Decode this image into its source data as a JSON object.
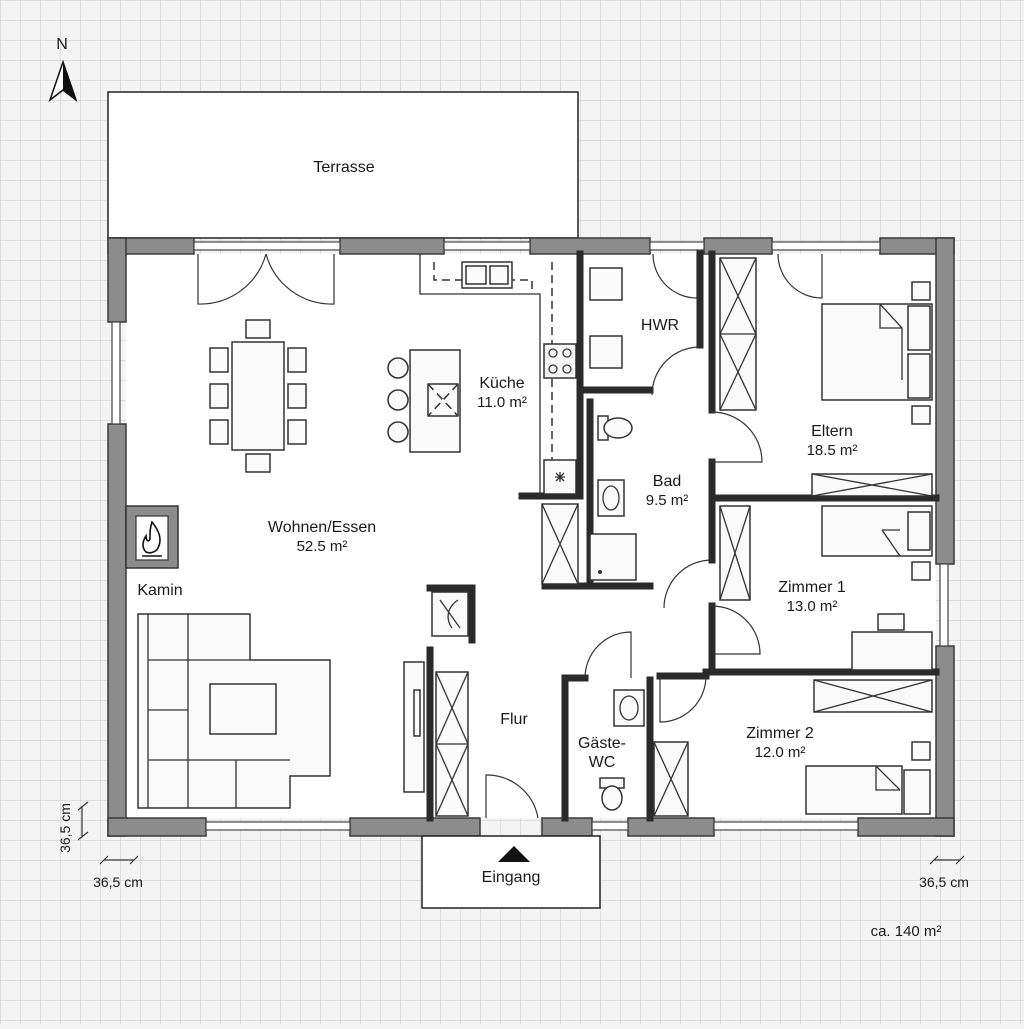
{
  "compass": {
    "north": "N"
  },
  "rooms": {
    "terrace": {
      "name": "Terrasse"
    },
    "living": {
      "name": "Wohnen/Essen",
      "area": "52.5 m²"
    },
    "kitchen": {
      "name": "Küche",
      "area": "11.0 m²"
    },
    "utility": {
      "name": "HWR"
    },
    "bath": {
      "name": "Bad",
      "area": "9.5 m²"
    },
    "master": {
      "name": "Eltern",
      "area": "18.5 m²"
    },
    "room1": {
      "name": "Zimmer 1",
      "area": "13.0 m²"
    },
    "room2": {
      "name": "Zimmer 2",
      "area": "12.0 m²"
    },
    "hall": {
      "name": "Flur"
    },
    "guest_wc": {
      "name_line1": "Gäste-",
      "name_line2": "WC"
    },
    "fireplace": {
      "name": "Kamin"
    },
    "entrance": {
      "name": "Eingang"
    }
  },
  "dimensions": {
    "wall_left_vertical": "36,5 cm",
    "wall_left_bottom": "36,5 cm",
    "wall_right_bottom": "36,5 cm"
  },
  "total_area": "ca. 140 m²",
  "colors": {
    "wall": "#8c8c8c",
    "grid": "#c8c8c8",
    "background": "#f4f4f4"
  }
}
